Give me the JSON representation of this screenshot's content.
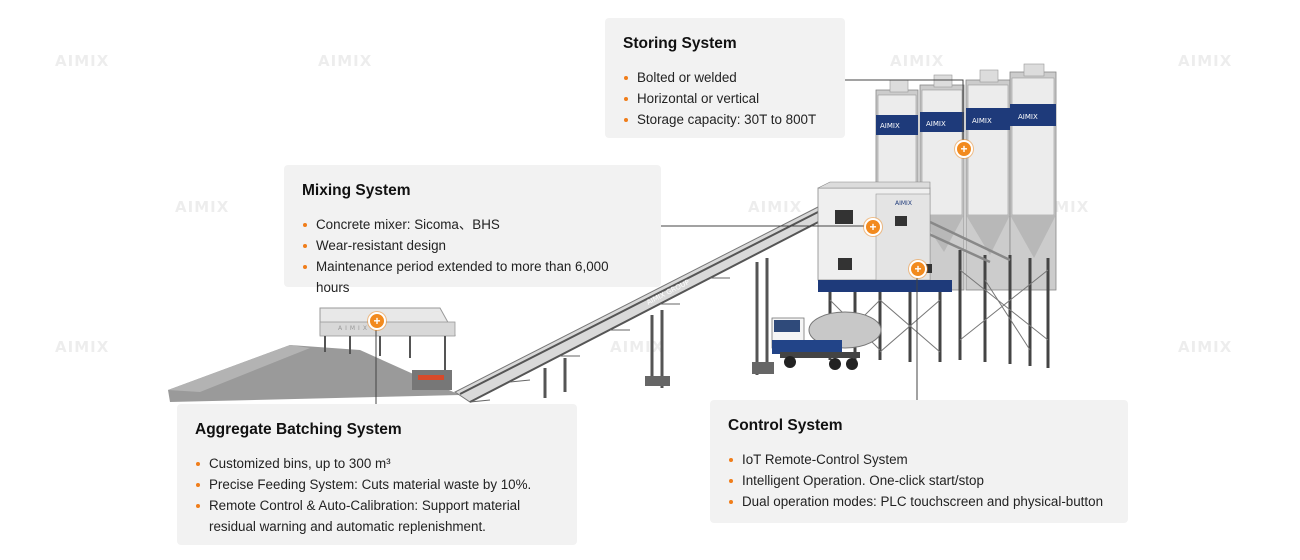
{
  "watermark": "AIMIX",
  "storing": {
    "title": "Storing System",
    "items": [
      "Bolted or welded",
      "Horizontal or vertical",
      "Storage capacity: 30T to 800T"
    ]
  },
  "mixing": {
    "title": "Mixing System",
    "items": [
      "Concrete mixer: Sicoma、BHS",
      "Wear-resistant design",
      "Maintenance period extended to more than 6,000 hours"
    ]
  },
  "aggregate": {
    "title": "Aggregate Batching System",
    "items": [
      "Customized bins, up to 300 m³",
      "Precise Feeding System: Cuts material waste by 10%.",
      "Remote Control & Auto-Calibration: Support material residual warning and automatic replenishment."
    ]
  },
  "control": {
    "title": "Control System",
    "items": [
      "IoT Remote-Control System",
      "Intelligent Operation. One-click start/stop",
      "Dual operation modes: PLC touchscreen and physical-button"
    ]
  },
  "hotspot_symbol": "+",
  "colors": {
    "accent": "#f28a1e",
    "card_bg": "#f2f2f2",
    "band": "#1e3a7a"
  },
  "plant_labels": {
    "conveyor": "AIMIX GROUP",
    "silo": "AIMIX",
    "bin": "AIMIX"
  }
}
